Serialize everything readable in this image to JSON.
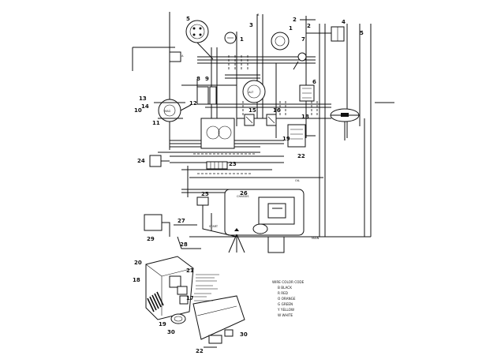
{
  "labels": {
    "alt": "ALT",
    "start": "START",
    "main": "MAIN",
    "c1": "CHASSIS",
    "mag": "MAG",
    "oil": "OIL"
  },
  "legend": {
    "lines": [
      "WIRE COLOR CODE",
      "B  BLACK",
      "R  RED",
      "O  ORANGE",
      "G  GREEN",
      "Y  YELLOW",
      "W  WHITE"
    ]
  },
  "callouts": {
    "n1": "1",
    "n2": "2",
    "n3": "3",
    "n4": "4",
    "n5": "5",
    "n6": "6",
    "n7": "7",
    "n8": "8",
    "n9": "9",
    "n10": "10",
    "n11": "11",
    "n12": "12",
    "n13": "13",
    "n14": "14",
    "n15": "15",
    "n16": "16",
    "n17": "17",
    "n18": "18",
    "n19": "19",
    "n20": "20",
    "n21": "21",
    "n22": "22",
    "n23": "23",
    "n24": "24",
    "n25": "25",
    "n26": "26",
    "n27": "27",
    "n28": "28",
    "n29": "29",
    "n30": "30"
  }
}
